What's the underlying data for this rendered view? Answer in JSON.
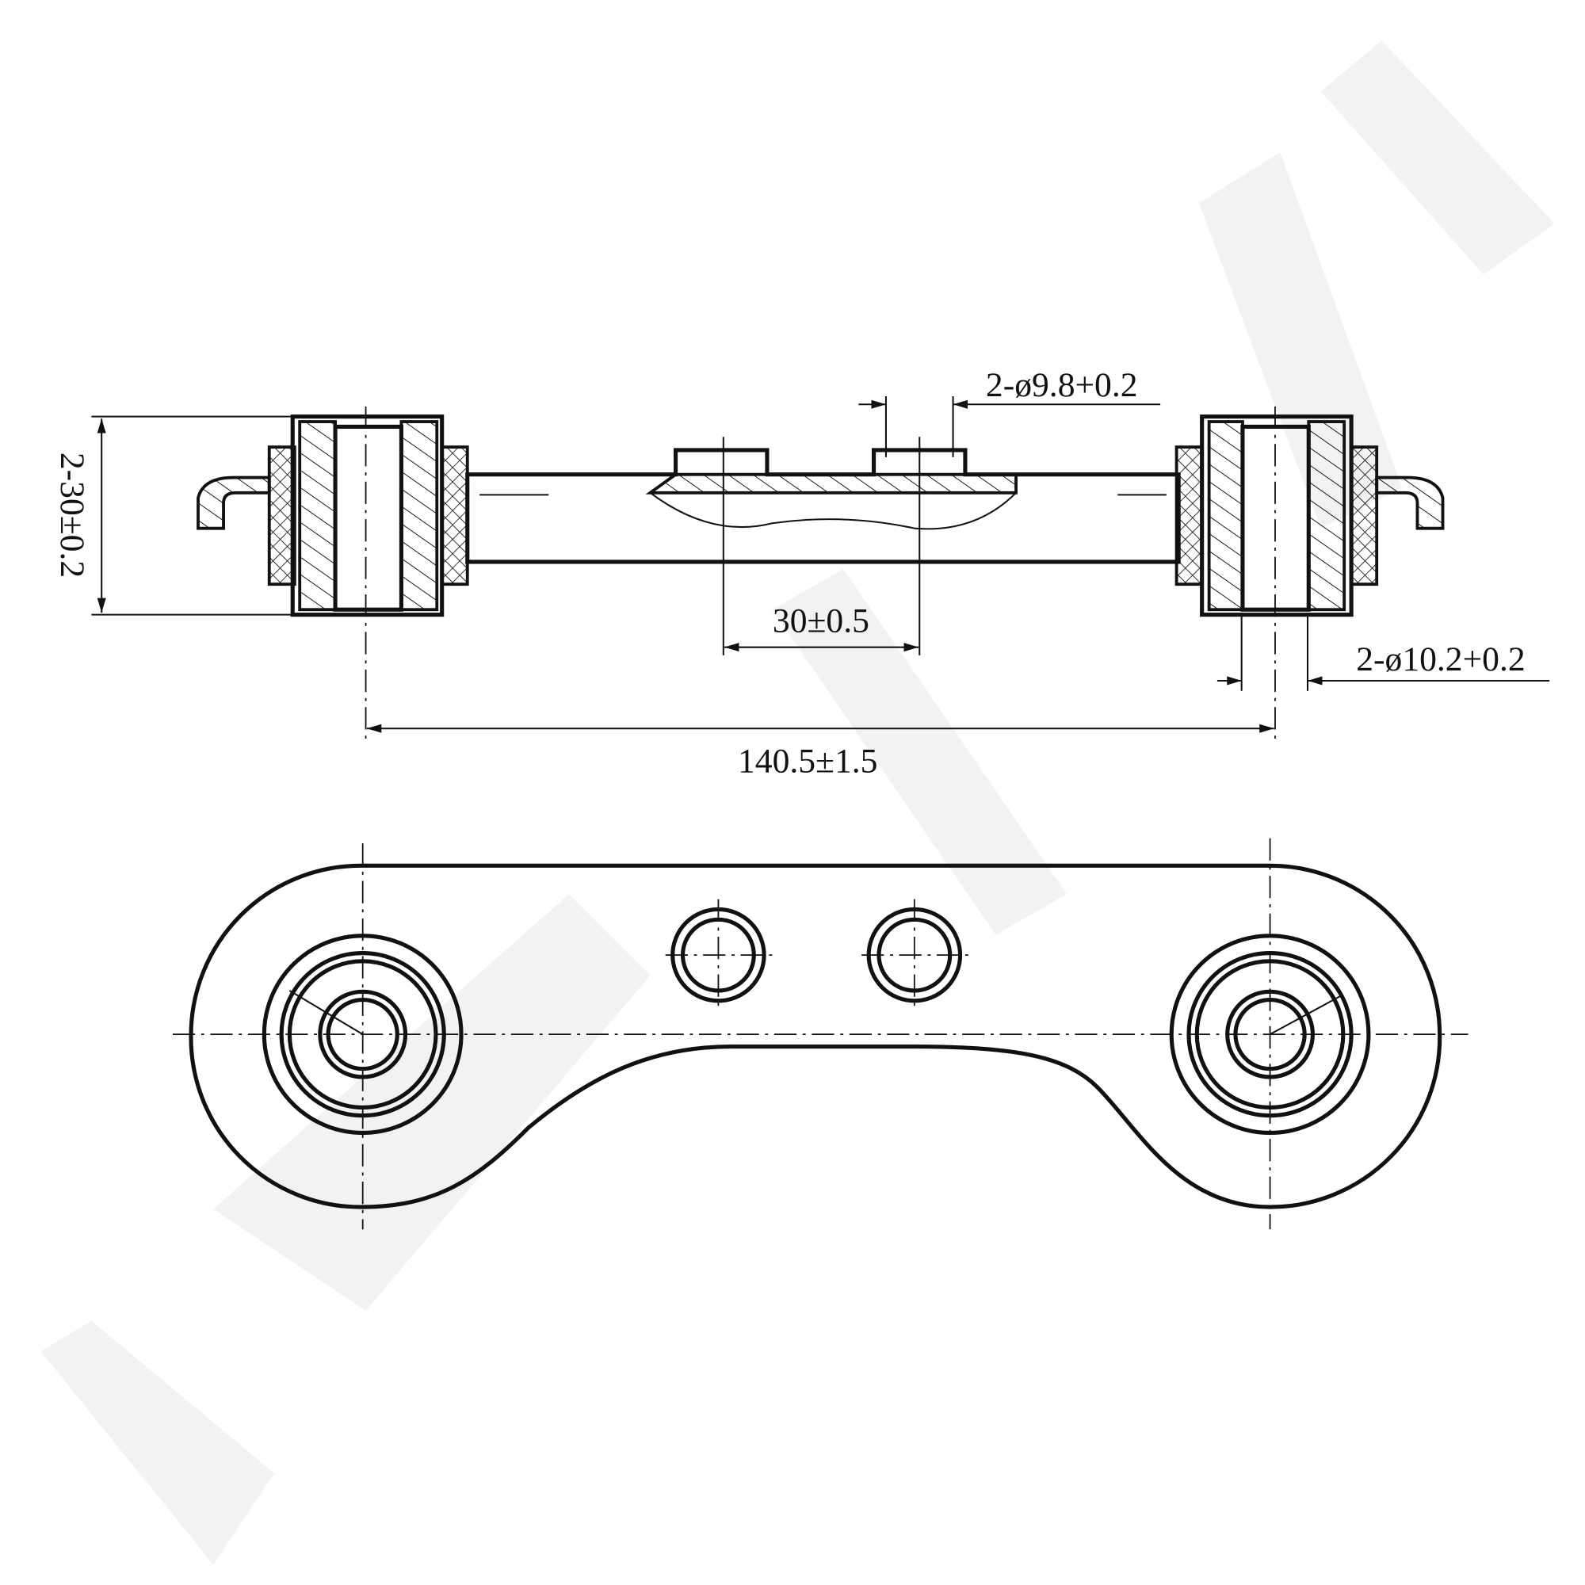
{
  "drawing": {
    "dimensions": {
      "bushing_width": "2-30±0.2",
      "stud_hole_diameter": "2-ø9.8+0.2",
      "stud_spacing": "30±0.5",
      "bushing_bore_diameter": "2-ø10.2+0.2",
      "center_distance": "140.5±1.5"
    },
    "colors": {
      "line": "#111111",
      "watermark": "#f2f2f2"
    }
  }
}
